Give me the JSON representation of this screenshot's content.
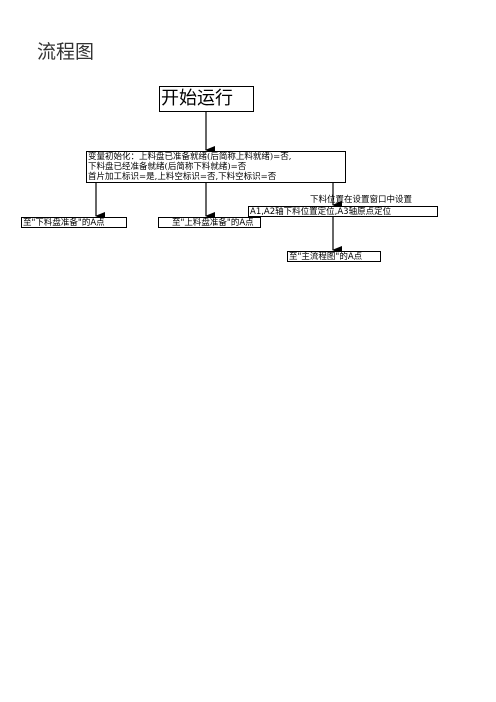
{
  "title": "流程图",
  "nodes": {
    "start": "开始运行",
    "init_lines": [
      "变量初始化：上料盘已准备就绪(后简称上料就绪)=否,",
      "下料盘已经准备就绪(后简称下料就绪)=否",
      "首片加工标识=是,上料空标识=否,下料空标识=否"
    ],
    "pos_label": "下料位置在设置窗口中设置",
    "pos_box": "A1,A2轴下料位置定位,A3轴原点定位",
    "goto_feed_a": "至\"下料盘准备\"的A点",
    "goto_load_a": "至\"上料盘准备\"的A点",
    "goto_main_a": "至\"主流程图\"的A点"
  },
  "colors": {
    "line": "#000000",
    "title": "#333333"
  }
}
